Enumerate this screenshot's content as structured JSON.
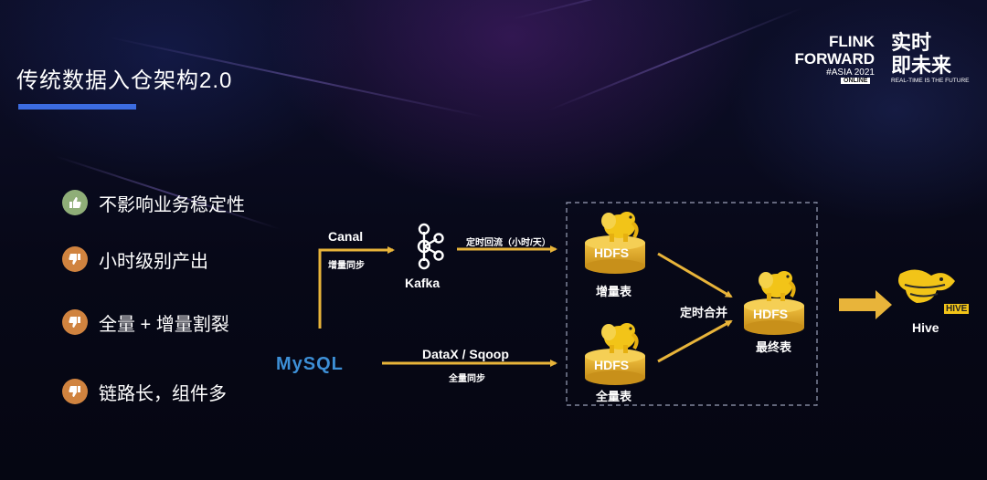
{
  "title": "传统数据入仓架构2.0",
  "logo": {
    "flink_line1": "FLINK",
    "flink_line2": "FORWARD",
    "asia": "#ASIA 2021",
    "online": "ONLINE",
    "cn_line1": "实时",
    "cn_line2": "即未来",
    "tagline": "REAL-TIME IS THE FUTURE"
  },
  "bullets": [
    {
      "text": "不影响业务稳定性",
      "icon": "thumbs-up-icon",
      "sentiment": "positive"
    },
    {
      "text": "小时级别产出",
      "icon": "thumbs-down-icon",
      "sentiment": "negative"
    },
    {
      "text": "全量 + 增量割裂",
      "icon": "thumbs-down-icon",
      "sentiment": "negative"
    },
    {
      "text": "链路长，组件多",
      "icon": "thumbs-down-icon",
      "sentiment": "negative"
    }
  ],
  "diagram": {
    "mysql": "MySQL",
    "canal": "Canal",
    "canal_sub": "增量同步",
    "kafka": "Kafka",
    "kafka_to_hdfs": "定时回流（小时/天）",
    "datax": "DataX / Sqoop",
    "datax_sub": "全量同步",
    "hdfs_label": "HDFS",
    "incremental_table": "增量表",
    "full_table": "全量表",
    "merge": "定时合并",
    "final_table": "最终表",
    "hive": "Hive",
    "hive_badge": "HIVE"
  },
  "colors": {
    "accent_bar": "#3c6ce0",
    "arrow": "#e8b43a",
    "hdfs_drum": "#e3ab2a",
    "thumb_up": "#8fae78",
    "thumb_down": "#d0833f",
    "mysql_blue": "#3d8fd6"
  }
}
